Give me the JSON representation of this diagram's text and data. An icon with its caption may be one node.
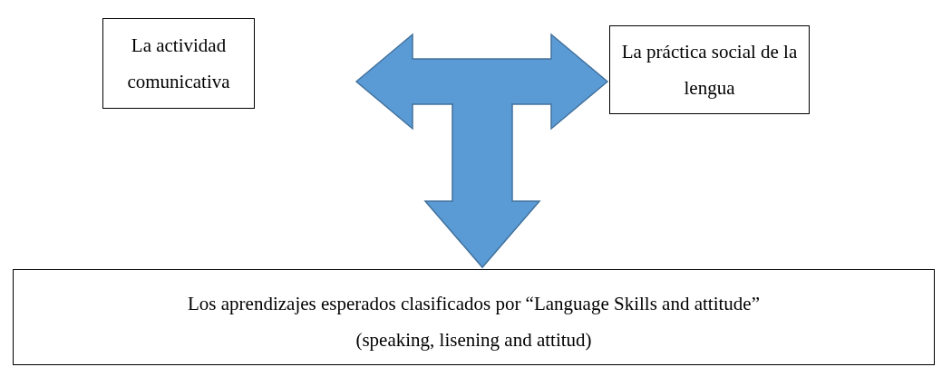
{
  "diagram": {
    "nodes": [
      {
        "text": [
          "La actividad comunicativa"
        ]
      },
      {
        "text": [
          "La práctica social de la lengua"
        ]
      },
      {
        "text": [
          "Los aprendizajes esperados clasificados por “Language Skills and attitude” (speaking, lisening and attitud)"
        ]
      }
    ],
    "edges": [
      {
        "from": 0,
        "to": 1,
        "arrow": "both"
      },
      {
        "from": null,
        "to": 2,
        "arrow": "to"
      }
    ]
  }
}
